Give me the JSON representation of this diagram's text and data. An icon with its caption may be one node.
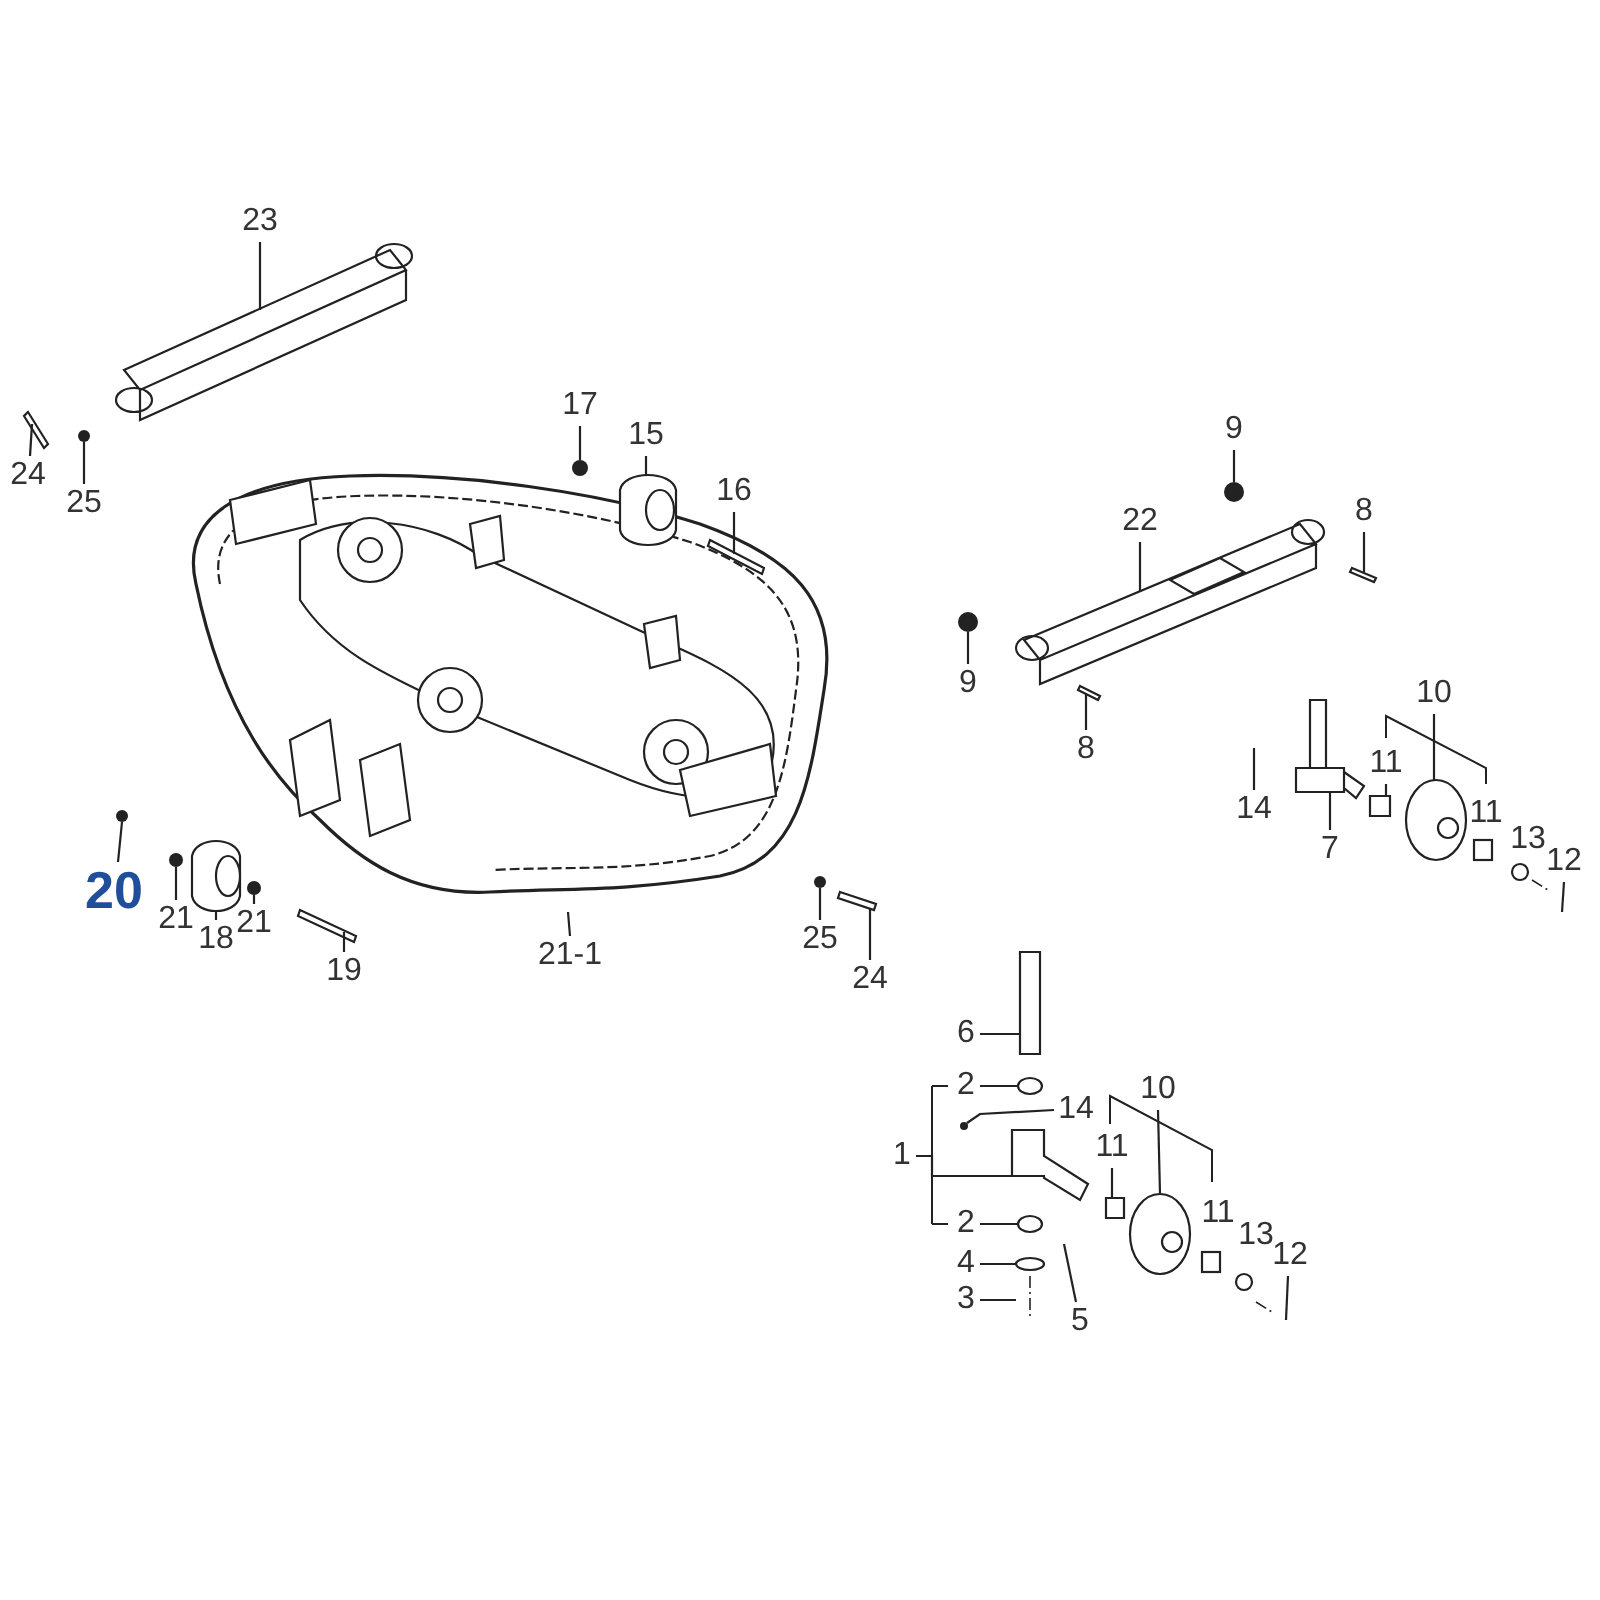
{
  "diagram": {
    "nodes": [
      {
        "text": [
          "23"
        ]
      },
      {
        "text": [
          "24"
        ]
      },
      {
        "text": [
          "25"
        ]
      },
      {
        "text": [
          "17"
        ]
      },
      {
        "text": [
          "15"
        ]
      },
      {
        "text": [
          "16"
        ]
      },
      {
        "text": [
          "9"
        ]
      },
      {
        "text": [
          "22"
        ]
      },
      {
        "text": [
          "8"
        ]
      },
      {
        "text": [
          "9"
        ]
      },
      {
        "text": [
          "8"
        ]
      },
      {
        "text": [
          "10"
        ]
      },
      {
        "text": [
          "11"
        ]
      },
      {
        "text": [
          "14"
        ]
      },
      {
        "text": [
          "7"
        ]
      },
      {
        "text": [
          "11"
        ]
      },
      {
        "text": [
          "13"
        ]
      },
      {
        "text": [
          "12"
        ]
      },
      {
        "text": [
          "20"
        ]
      },
      {
        "text": [
          "21"
        ]
      },
      {
        "text": [
          "18"
        ]
      },
      {
        "text": [
          "21"
        ]
      },
      {
        "text": [
          "19"
        ]
      },
      {
        "text": [
          "21-1"
        ]
      },
      {
        "text": [
          "25"
        ]
      },
      {
        "text": [
          "24"
        ]
      },
      {
        "text": [
          "6"
        ]
      },
      {
        "text": [
          "2"
        ]
      },
      {
        "text": [
          "14"
        ]
      },
      {
        "text": [
          "10"
        ]
      },
      {
        "text": [
          "1"
        ]
      },
      {
        "text": [
          "11"
        ]
      },
      {
        "text": [
          "11"
        ]
      },
      {
        "text": [
          "2"
        ]
      },
      {
        "text": [
          "4"
        ]
      },
      {
        "text": [
          "3"
        ]
      },
      {
        "text": [
          "5"
        ]
      },
      {
        "text": [
          "13"
        ]
      },
      {
        "text": [
          "12"
        ]
      },
      {
        "text": [],
        "shape": "circle"
      },
      {
        "text": [],
        "shape": "circle"
      },
      {
        "text": [],
        "shape": "circle"
      },
      {
        "text": [],
        "shape": "box"
      },
      {
        "text": [],
        "shape": "circle"
      },
      {
        "text": [],
        "shape": "circle"
      },
      {
        "text": [],
        "shape": "cylinder"
      },
      {
        "text": [],
        "shape": "circle"
      },
      {
        "text": [],
        "shape": "circle"
      },
      {
        "text": [],
        "shape": "bar"
      },
      {
        "text": [],
        "shape": "circle"
      },
      {
        "text": [],
        "shape": "circle"
      },
      {
        "text": [],
        "shape": "circle"
      },
      {
        "text": [],
        "shape": "circle"
      },
      {
        "text": [],
        "shape": "circle"
      },
      {
        "text": [],
        "shape": "circle"
      },
      {
        "text": [],
        "shape": "picture"
      },
      {
        "text": [],
        "shape": "cylinder"
      },
      {
        "text": [],
        "shape": "bar"
      },
      {
        "text": [],
        "shape": "bar"
      },
      {
        "text": [],
        "shape": "bar"
      },
      {
        "text": [],
        "shape": "picture"
      },
      {
        "text": [],
        "shape": "bar"
      },
      {
        "text": [],
        "shape": "bar"
      },
      {
        "text": [],
        "shape": "bar"
      },
      {
        "text": [],
        "shape": "circle"
      },
      {
        "text": [],
        "shape": "box"
      },
      {
        "text": [],
        "shape": "picture"
      },
      {
        "text": [],
        "shape": "picture"
      }
    ],
    "edges": [
      {
        "from": 0,
        "to": 66,
        "arrow": "none"
      },
      {
        "from": 1,
        "to": 57,
        "arrow": "none"
      },
      {
        "from": 2,
        "to": 54,
        "arrow": "none"
      },
      {
        "from": 3,
        "to": 39,
        "arrow": "none"
      },
      {
        "from": 4,
        "to": 56,
        "arrow": "none"
      },
      {
        "from": 5,
        "to": 61,
        "arrow": "none"
      },
      {
        "from": 6,
        "to": 40,
        "arrow": "none"
      },
      {
        "from": 7,
        "to": 67,
        "arrow": "none"
      },
      {
        "from": 8,
        "to": 58,
        "arrow": "none"
      },
      {
        "from": 9,
        "to": 41,
        "arrow": "none"
      },
      {
        "from": 10,
        "to": 59,
        "arrow": "none"
      },
      {
        "from": 11,
        "to": 53,
        "arrow": "none"
      },
      {
        "from": 12,
        "to": 42,
        "arrow": "none"
      },
      {
        "from": 13,
        "to": null,
        "arrow": "none"
      },
      {
        "from": 14,
        "to": 60,
        "arrow": "none"
      },
      {
        "from": 17,
        "to": null,
        "arrow": "none"
      },
      {
        "from": 18,
        "to": 43,
        "arrow": "none"
      },
      {
        "from": 19,
        "to": 44,
        "arrow": "none"
      },
      {
        "from": 20,
        "to": 45,
        "arrow": "none"
      },
      {
        "from": 21,
        "to": 46,
        "arrow": "none"
      },
      {
        "from": 22,
        "to": 62,
        "arrow": "none"
      },
      {
        "from": 23,
        "to": null,
        "arrow": "none"
      },
      {
        "from": 24,
        "to": 47,
        "arrow": "none"
      },
      {
        "from": 25,
        "to": 48,
        "arrow": "none"
      },
      {
        "from": 26,
        "to": 63,
        "arrow": "none"
      },
      {
        "from": 27,
        "to": 49,
        "arrow": "none"
      },
      {
        "from": 28,
        "to": 50,
        "arrow": "none"
      },
      {
        "from": 29,
        "to": 64,
        "arrow": "none"
      },
      {
        "from": 30,
        "to": 55,
        "arrow": "none"
      },
      {
        "from": 31,
        "to": 65,
        "arrow": "none"
      },
      {
        "from": 33,
        "to": 51,
        "arrow": "none"
      },
      {
        "from": 34,
        "to": 52,
        "arrow": "none"
      },
      {
        "from": 35,
        "to": null,
        "arrow": "none"
      },
      {
        "from": 36,
        "to": null,
        "arrow": "none"
      },
      {
        "from": 38,
        "to": null,
        "arrow": "none"
      }
    ]
  }
}
